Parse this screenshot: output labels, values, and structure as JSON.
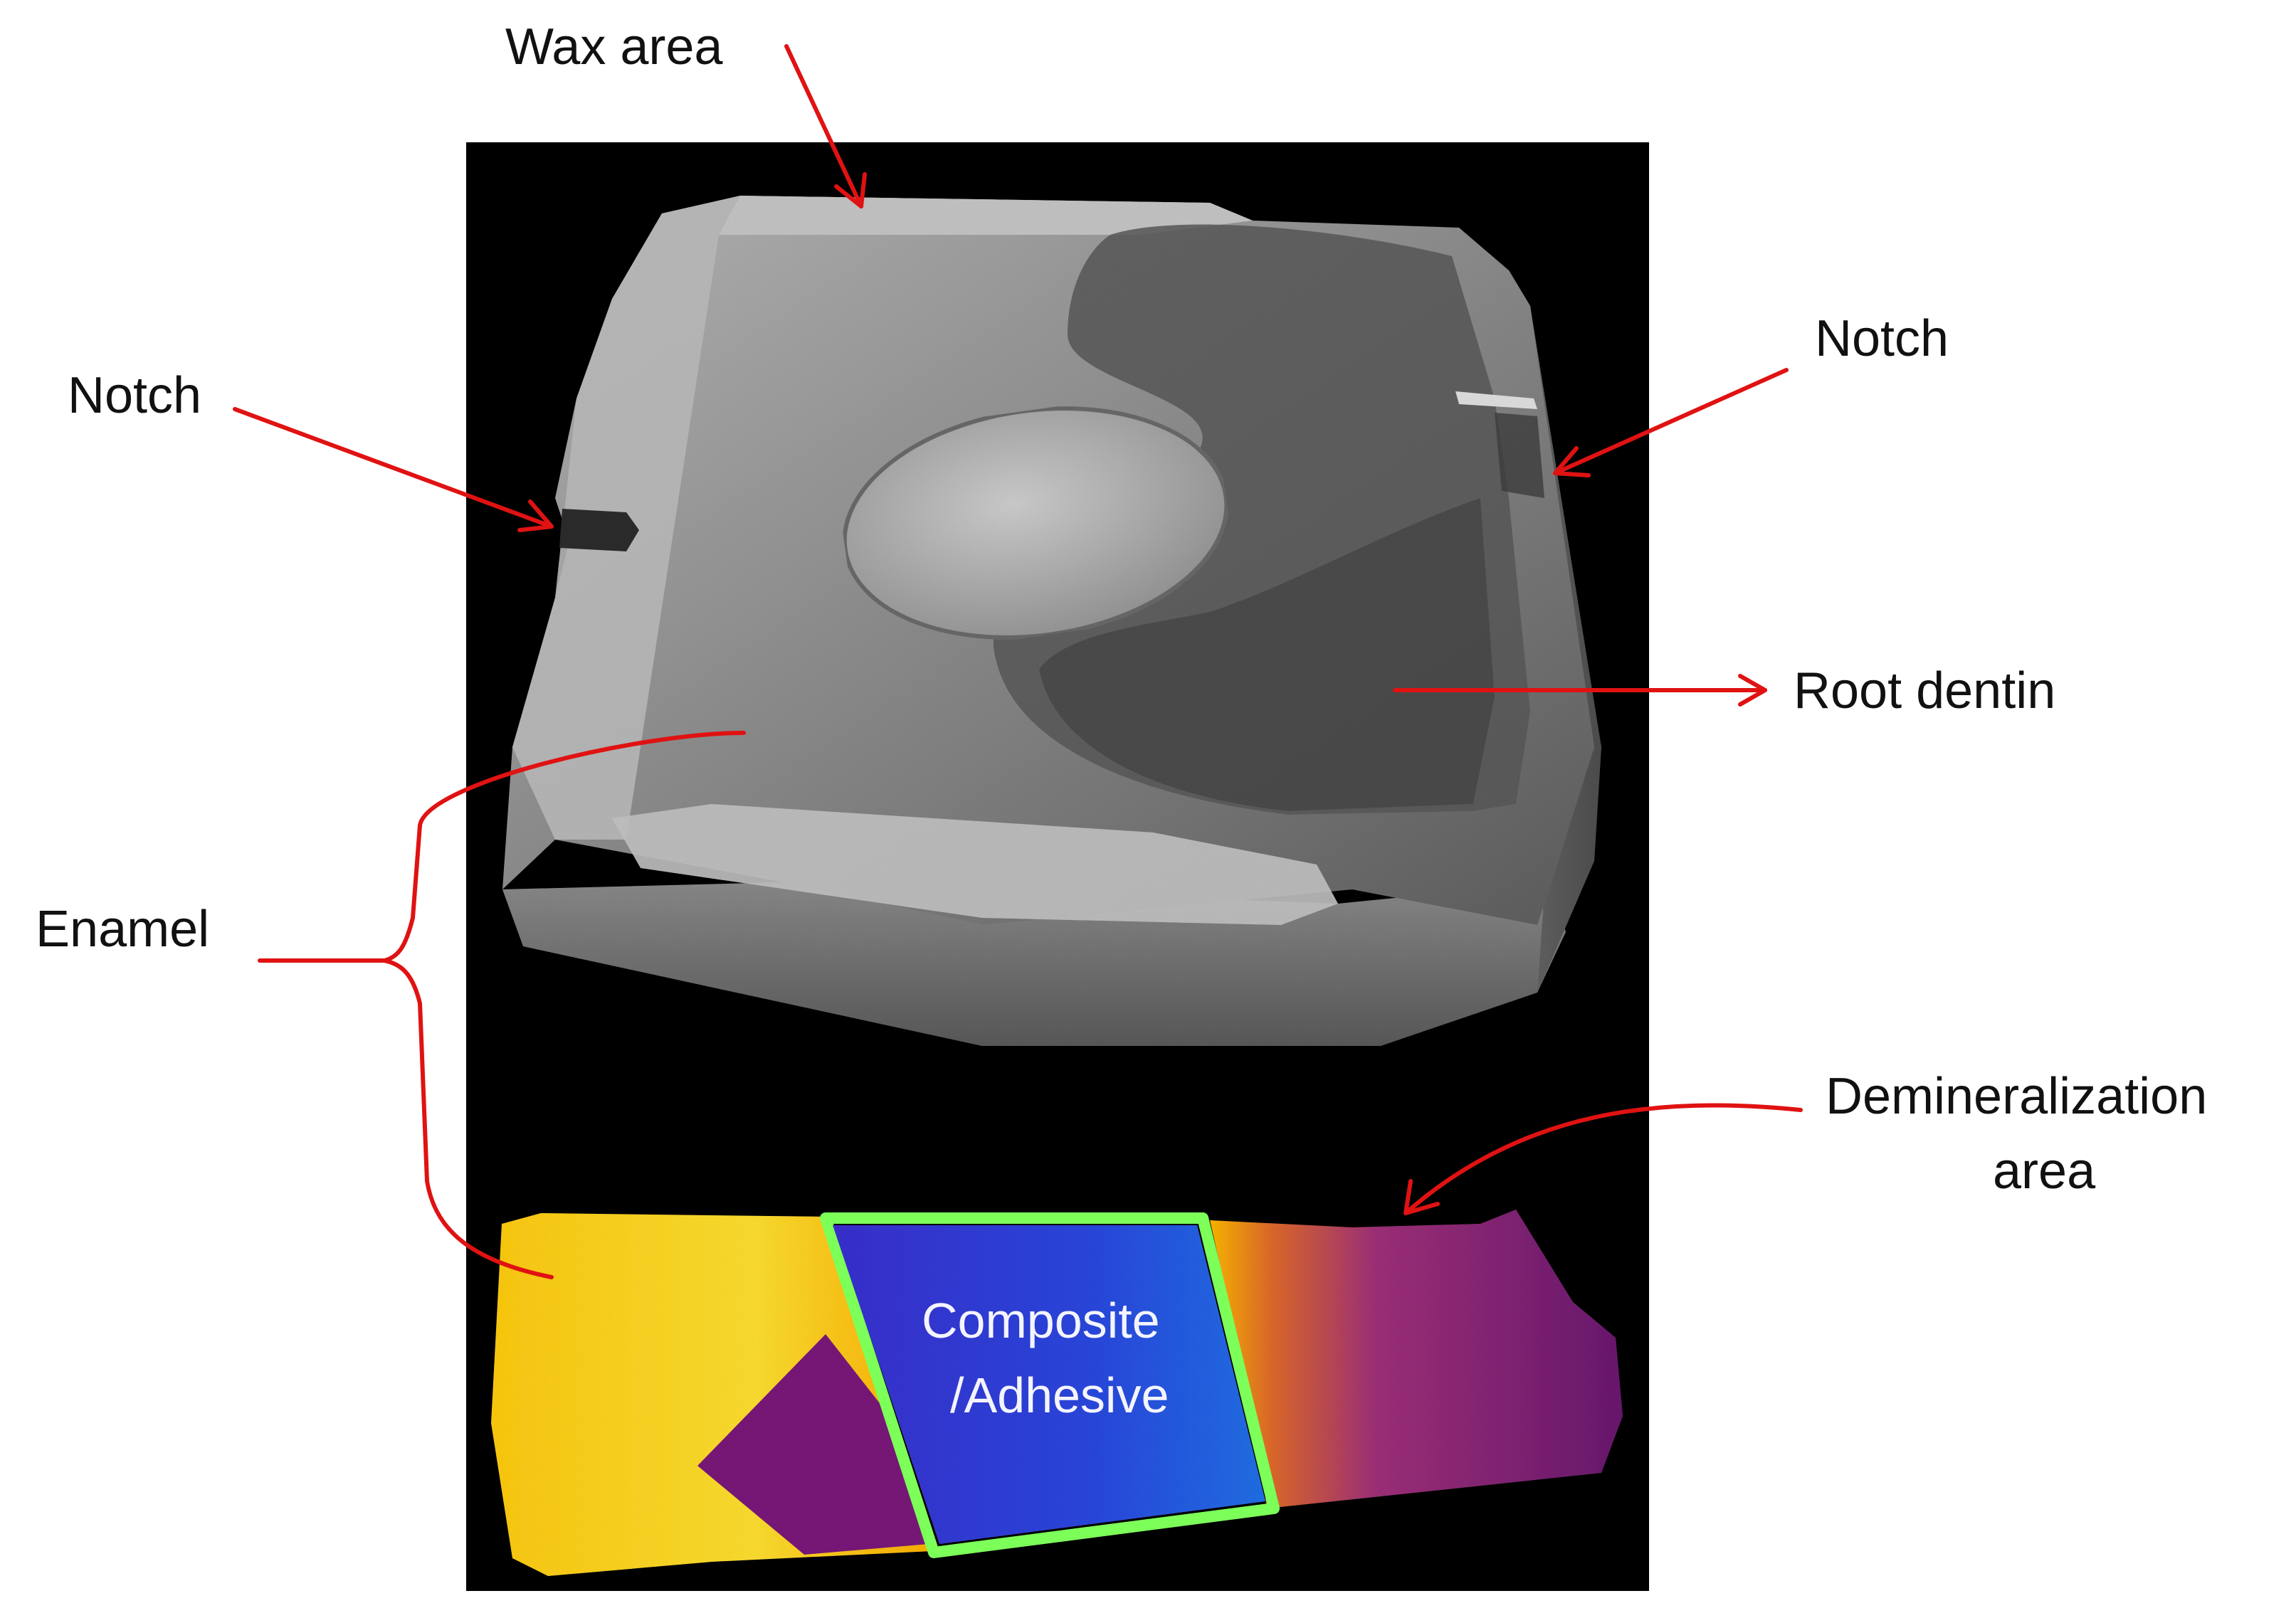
{
  "labels": {
    "wax_area": "Wax area",
    "notch_left": "Notch",
    "notch_right": "Notch",
    "root_dentin": "Root dentin",
    "enamel": "Enamel",
    "demineralization_line1": "Demineralization",
    "demineralization_line2": "area",
    "composite_line1": "Composite",
    "composite_line2": "/Adhesive"
  },
  "colors": {
    "background": "#ffffff",
    "panel": "#000000",
    "arrow": "#e01212",
    "specimen_gray": "#8f8f8f",
    "enamel_yellow": "#ffd21a",
    "dentin_purple": "#7a1a78",
    "composite_blue": "#2a3fd6",
    "interface_green": "#7dff5a"
  }
}
